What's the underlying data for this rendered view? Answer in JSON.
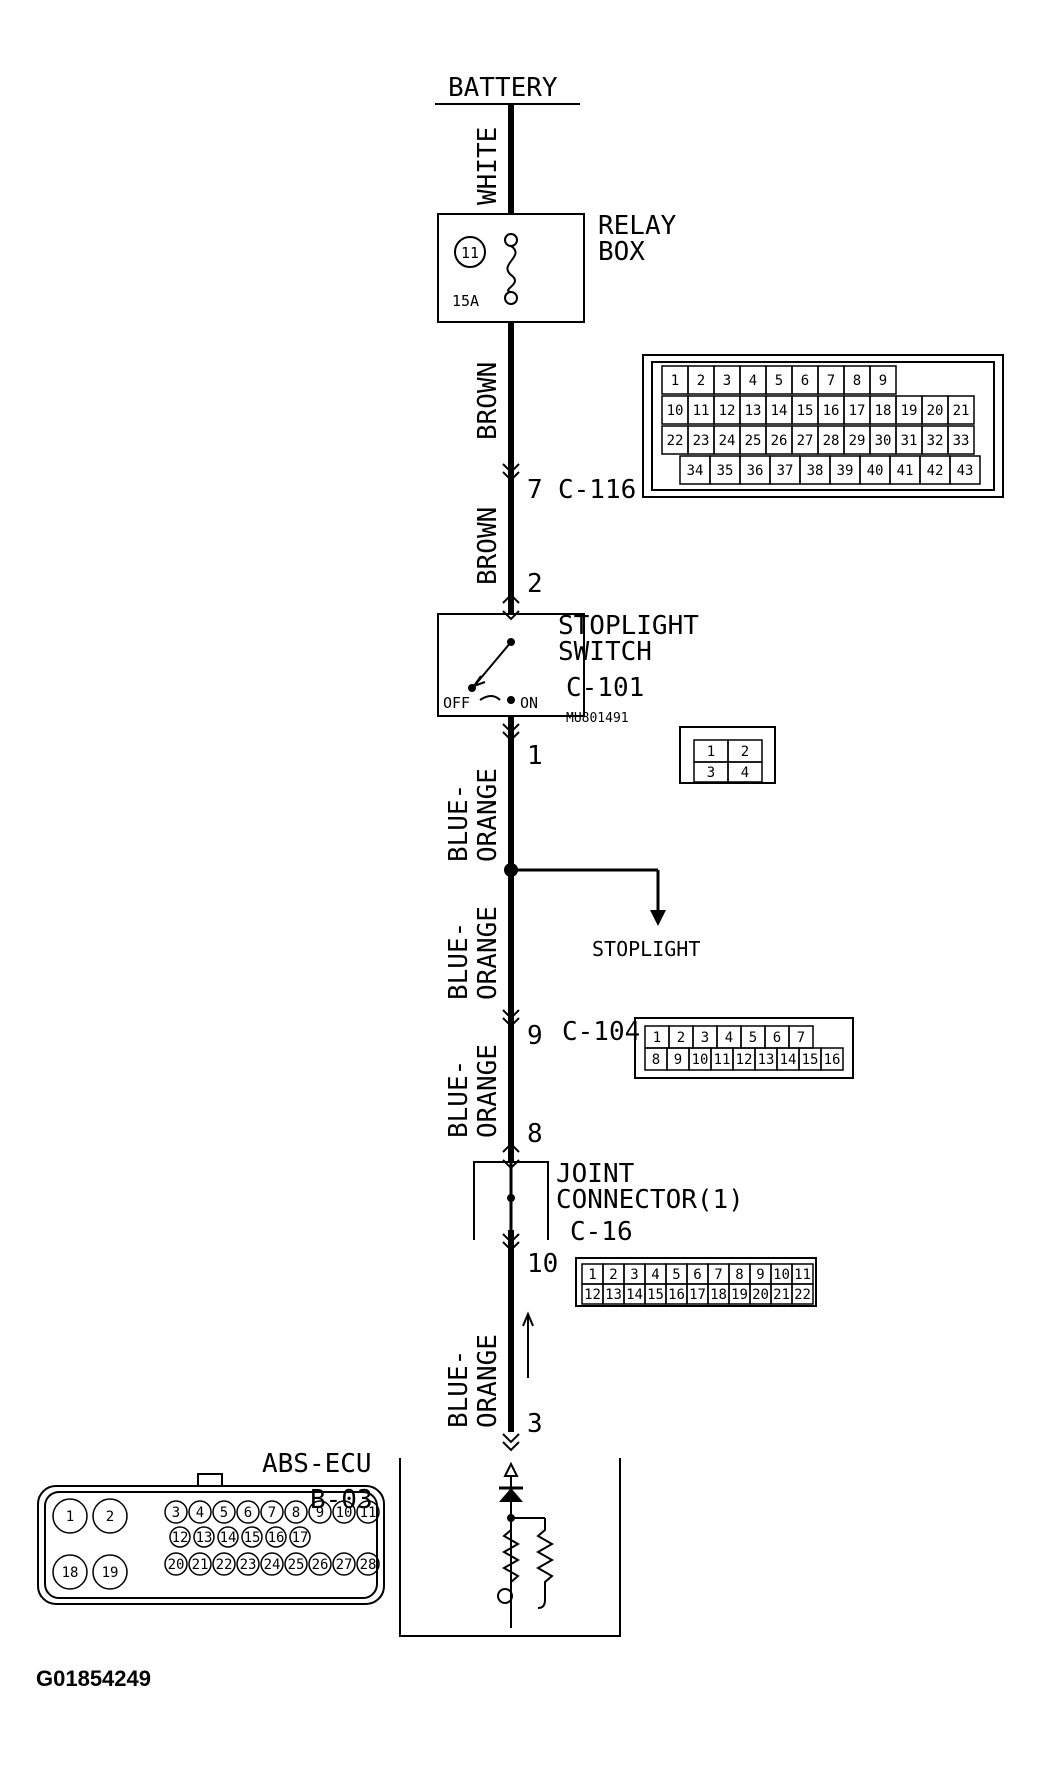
{
  "labels": {
    "battery": "BATTERY",
    "relay_box_1": "RELAY",
    "relay_box_2": "BOX",
    "fuse_number": "11",
    "fuse_rating": "15A",
    "stoplight_switch_1": "STOPLIGHT",
    "stoplight_switch_2": "SWITCH",
    "switch_off": "OFF",
    "switch_on": "ON",
    "stoplight_switch_connector": "C-101",
    "stoplight_switch_part": "MU801491",
    "stoplight": "STOPLIGHT",
    "joint_connector_1": "JOINT",
    "joint_connector_2": "CONNECTOR(1)",
    "joint_connector_id": "C-16",
    "abs_ecu": "ABS-ECU",
    "abs_ecu_connector": "B-03",
    "figure_code": "G01854249"
  },
  "wires": {
    "w1": "WHITE",
    "w2": "BROWN",
    "w3": "BROWN",
    "w4_1": "BLUE-",
    "w4_2": "ORANGE",
    "w5_1": "BLUE-",
    "w5_2": "ORANGE",
    "w6_1": "BLUE-",
    "w6_2": "ORANGE",
    "w7_1": "BLUE-",
    "w7_2": "ORANGE"
  },
  "pins": {
    "c116_pin": "7",
    "c116_label": "C-116",
    "switch_in": "2",
    "switch_out": "1",
    "c104_pin": "9",
    "c104_label": "C-104",
    "joint_in": "8",
    "joint_out": "10",
    "ecu_pin": "3"
  },
  "connectors": {
    "c116": {
      "r1": [
        "1",
        "2",
        "3",
        "4",
        "5",
        "6",
        "7",
        "8",
        "9"
      ],
      "r2": [
        "10",
        "11",
        "12",
        "13",
        "14",
        "15",
        "16",
        "17",
        "18",
        "19",
        "20",
        "21"
      ],
      "r3": [
        "22",
        "23",
        "24",
        "25",
        "26",
        "27",
        "28",
        "29",
        "30",
        "31",
        "32",
        "33"
      ],
      "r4": [
        "34",
        "35",
        "36",
        "37",
        "38",
        "39",
        "40",
        "41",
        "42",
        "43"
      ]
    },
    "c101": [
      "1",
      "2",
      "3",
      "4"
    ],
    "c104": {
      "r1": [
        "1",
        "2",
        "3",
        "4",
        "5",
        "6",
        "7"
      ],
      "r2": [
        "8",
        "9",
        "10",
        "11",
        "12",
        "13",
        "14",
        "15",
        "16"
      ]
    },
    "c16": {
      "r1": [
        "1",
        "2",
        "3",
        "4",
        "5",
        "6",
        "7",
        "8",
        "9",
        "10",
        "11"
      ],
      "r2": [
        "12",
        "13",
        "14",
        "15",
        "16",
        "17",
        "18",
        "19",
        "20",
        "21",
        "22"
      ]
    },
    "b03": {
      "big": [
        "1",
        "2",
        "18",
        "19"
      ],
      "r1": [
        "3",
        "4",
        "5",
        "6",
        "7",
        "8",
        "9",
        "10",
        "11"
      ],
      "r2": [
        "12",
        "13",
        "14",
        "15",
        "16",
        "17"
      ],
      "r3": [
        "20",
        "21",
        "22",
        "23",
        "24",
        "25",
        "26",
        "27",
        "28"
      ]
    }
  }
}
